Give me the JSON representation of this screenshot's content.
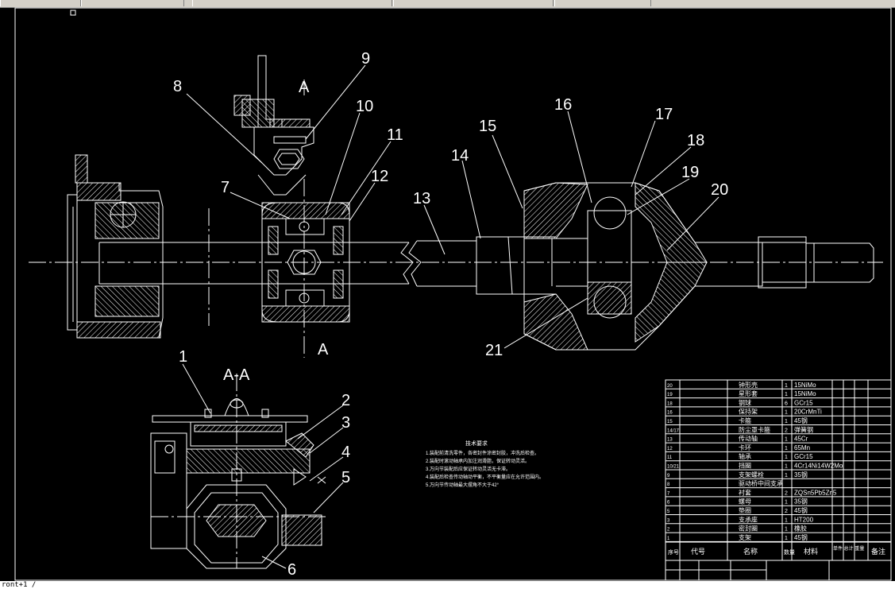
{
  "command_line": {
    "text": "ront+1 /"
  },
  "callouts": [
    "1",
    "2",
    "3",
    "4",
    "5",
    "6",
    "7",
    "8",
    "9",
    "10",
    "11",
    "12",
    "13",
    "14",
    "15",
    "16",
    "17",
    "18",
    "19",
    "20",
    "21"
  ],
  "section_marks": {
    "a_top": "A",
    "a_bottom": "A",
    "aa": "A-A"
  },
  "tech_requirements": {
    "title": "技术要求",
    "items": [
      "1.装配前清洗零件，各密封件涂密封胶，冲洗后检查。",
      "2.装配时滚动轴承内加注润滑脂，保证转动灵活。",
      "3.万向节装配后应保证转动灵活无卡滞。",
      "4.装配后检查传动轴动平衡，不平衡量应在允许范围内。",
      "5.万向节传动轴最大摆角不大于42°"
    ]
  },
  "bom": {
    "rows": [
      {
        "no": "20",
        "name": "钟形壳",
        "qty": "1",
        "material": "15NiMo"
      },
      {
        "no": "19",
        "name": "星形套",
        "qty": "1",
        "material": "15NiMo"
      },
      {
        "no": "18",
        "name": "钢球",
        "qty": "6",
        "material": "GCr15"
      },
      {
        "no": "16",
        "name": "保持架",
        "qty": "1",
        "material": "20CrMnTi"
      },
      {
        "no": "15",
        "name": "卡箍",
        "qty": "1",
        "material": "45钢"
      },
      {
        "no": "14/17",
        "name": "防尘罩卡箍",
        "qty": "2",
        "material": "弹簧钢"
      },
      {
        "no": "13",
        "name": "传动轴",
        "qty": "1",
        "material": "45Cr"
      },
      {
        "no": "12",
        "name": "卡环",
        "qty": "1",
        "material": "65Mn"
      },
      {
        "no": "11",
        "name": "轴承",
        "qty": "1",
        "material": "GCr15"
      },
      {
        "no": "10/21",
        "name": "挡圈",
        "qty": "1",
        "material": "4Cr14Ni14W2Mo"
      },
      {
        "no": "9",
        "name": "支架螺栓",
        "qty": "1",
        "material": "35钢"
      },
      {
        "no": "8",
        "name": "驱动桥中间支承",
        "qty": "",
        "material": ""
      },
      {
        "no": "7",
        "name": "衬套",
        "qty": "2",
        "material": "ZQSn5Pb5Zn5"
      },
      {
        "no": "6",
        "name": "螺母",
        "qty": "1",
        "material": "35钢"
      },
      {
        "no": "5",
        "name": "垫圈",
        "qty": "2",
        "material": "45钢"
      },
      {
        "no": "3",
        "name": "支承座",
        "qty": "1",
        "material": "HT200"
      },
      {
        "no": "2",
        "name": "密封圈",
        "qty": "1",
        "material": "橡胶"
      },
      {
        "no": "1",
        "name": "支架",
        "qty": "1",
        "material": "45钢"
      }
    ],
    "header": {
      "no": "序号",
      "code": "代号",
      "name": "名称",
      "qty": "数量",
      "material": "材料",
      "weight": "单件 总计 重量",
      "remark": "备注"
    }
  }
}
